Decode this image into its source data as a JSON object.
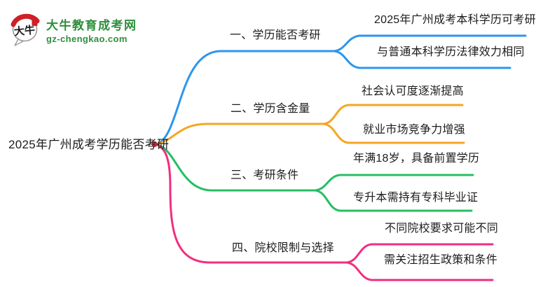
{
  "logo": {
    "site_name": "大牛教育成考网",
    "site_url": "gz-chengkao.com",
    "icon_text": "大牛",
    "brand_green": "#2E8F3C",
    "brand_red": "#CE2026"
  },
  "mindmap": {
    "root": "2025年广州成考学历能否考研",
    "text_color": "#1c1c1c",
    "branches": [
      {
        "label": "一、学历能否考研",
        "color": "#2E95EF",
        "children": [
          "2025年广州成考本科学历可考研",
          "与普通本科学历法律效力相同"
        ]
      },
      {
        "label": "二、学历含金量",
        "color": "#F5A623",
        "children": [
          "社会认可度逐渐提高",
          "就业市场竞争力增强"
        ]
      },
      {
        "label": "三、考研条件",
        "color": "#25BF63",
        "children": [
          "年满18岁，具备前置学历",
          "专升本需持有专科毕业证"
        ]
      },
      {
        "label": "四、院校限制与选择",
        "color": "#F22E7F",
        "children": [
          "不同院校要求可能不同",
          "需关注招生政策和条件"
        ]
      }
    ]
  }
}
